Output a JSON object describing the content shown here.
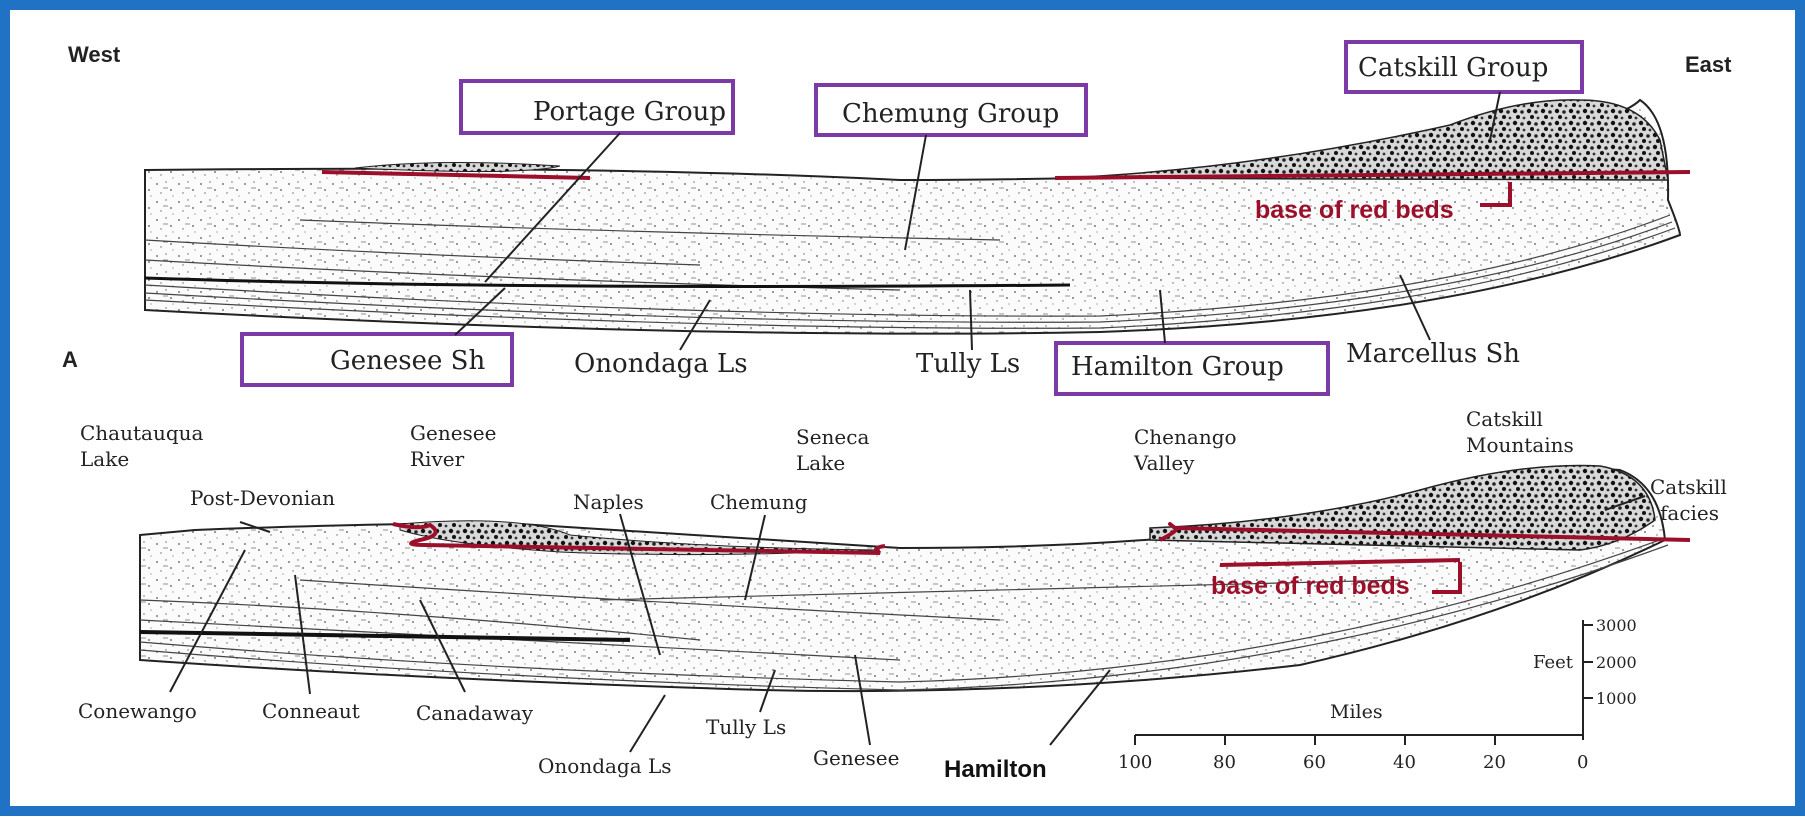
{
  "figure": {
    "colors": {
      "border": "#1f72c4",
      "box": "#7b3aa6",
      "red": "#9b0f2a"
    },
    "panel_a": {
      "west": "West",
      "east": "East",
      "panel_letter": "A",
      "boxed": {
        "portage": "Portage Group",
        "chemung": "Chemung Group",
        "catskill": "Catskill Group",
        "genesee": "Genesee Sh",
        "hamilton": "Hamilton Group"
      },
      "onondaga": "Onondaga Ls",
      "tully": "Tully Ls",
      "marcellus": "Marcellus Sh",
      "red_beds": "base of red beds"
    },
    "panel_b": {
      "chautauqua_1": "Chautauqua",
      "chautauqua_2": "Lake",
      "genesee_river_1": "Genesee",
      "genesee_river_2": "River",
      "seneca_1": "Seneca",
      "seneca_2": "Lake",
      "chenango_1": "Chenango",
      "chenango_2": "Valley",
      "catskill_mtn_1": "Catskill",
      "catskill_mtn_2": "Mountains",
      "catskill_facies_1": "Catskill",
      "catskill_facies_2": "facies",
      "post_devonian": "Post-Devonian",
      "naples": "Naples",
      "chemung": "Chemung",
      "conewango": "Conewango",
      "conneaut": "Conneaut",
      "canadaway": "Canadaway",
      "onondaga": "Onondaga Ls",
      "tully": "Tully Ls",
      "genesee": "Genesee",
      "hamilton": "Hamilton",
      "red_beds": "base of red beds",
      "feet_label": "Feet",
      "feet_ticks": [
        "3000",
        "2000",
        "1000"
      ],
      "miles_label": "Miles",
      "miles_ticks": [
        "100",
        "80",
        "60",
        "40",
        "20",
        "0"
      ]
    }
  }
}
